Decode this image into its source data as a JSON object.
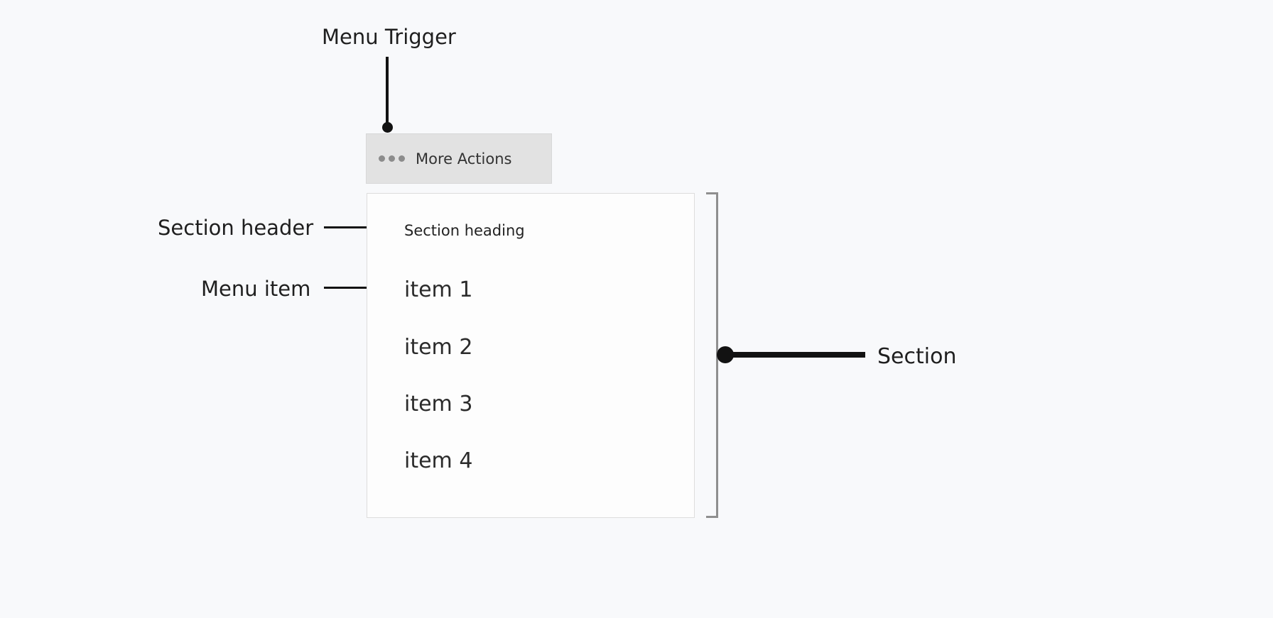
{
  "annotations": {
    "menu_trigger": "Menu Trigger",
    "section_header": "Section header",
    "menu_item": "Menu item",
    "section": "Section"
  },
  "trigger": {
    "label": "More Actions",
    "icon": "ellipsis-icon"
  },
  "menu": {
    "heading": "Section heading",
    "items": [
      {
        "label": "item 1"
      },
      {
        "label": "item 2"
      },
      {
        "label": "item 3"
      },
      {
        "label": "item 4"
      }
    ]
  },
  "colors": {
    "background": "#f8f9fb",
    "trigger_bg": "#e2e2e2",
    "menu_bg": "#fdfdfd",
    "menu_border": "#dddddd",
    "annotation_line": "#121212",
    "bracket": "#8f8f8f",
    "ellipsis_dots": "#8c8c8c"
  }
}
